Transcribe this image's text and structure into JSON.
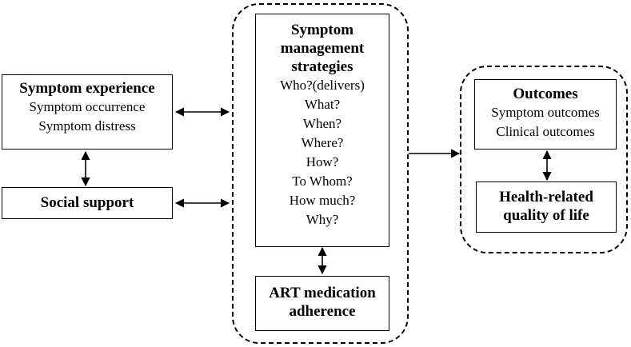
{
  "symptom_experience": {
    "title": "Symptom experience",
    "lines": [
      "Symptom occurrence",
      "Symptom distress"
    ]
  },
  "social_support": {
    "title": "Social support"
  },
  "strategies": {
    "title": [
      "Symptom",
      "management",
      "strategies"
    ],
    "questions": [
      "Who?(delivers)",
      "What?",
      "When?",
      "Where?",
      "How?",
      "To Whom?",
      "How much?",
      "Why?"
    ]
  },
  "adherence": {
    "title": [
      "ART medication",
      "adherence"
    ]
  },
  "outcomes": {
    "title": "Outcomes",
    "lines": [
      "Symptom outcomes",
      "Clinical outcomes"
    ]
  },
  "quality_of_life": {
    "title": [
      "Health-related",
      "quality of life"
    ]
  }
}
